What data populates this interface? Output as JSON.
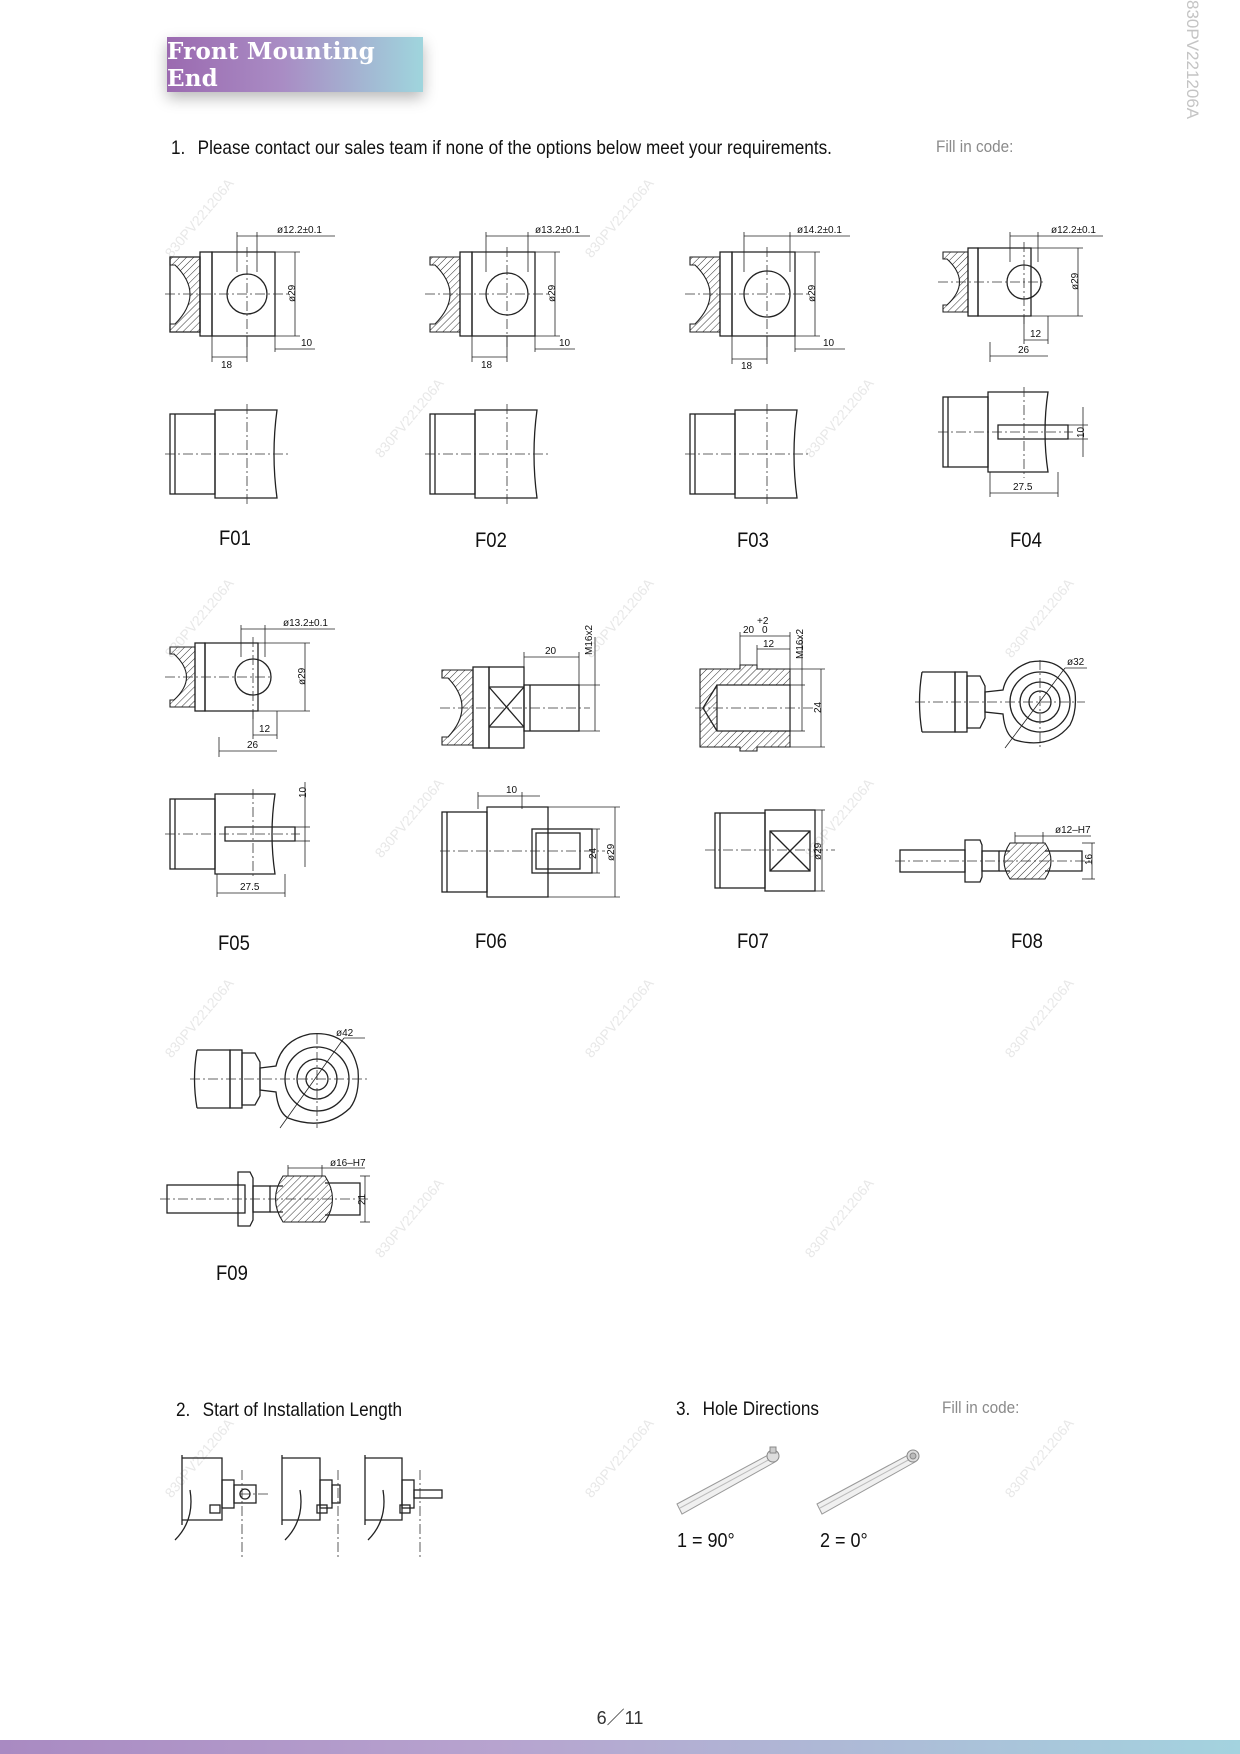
{
  "header": {
    "banner_title": "Front Mounting End",
    "doc_id": "830PV221206A"
  },
  "section1": {
    "number": "1.",
    "instruction": "Please contact our sales team if none of the options below meet your requirements.",
    "fill_label": "Fill in code:"
  },
  "options": [
    {
      "code": "F01",
      "dims": [
        "ø12.2±0.1",
        "ø29",
        "18",
        "10"
      ]
    },
    {
      "code": "F02",
      "dims": [
        "ø13.2±0.1",
        "ø29",
        "18",
        "10"
      ]
    },
    {
      "code": "F03",
      "dims": [
        "ø14.2±0.1",
        "ø29",
        "18",
        "10"
      ]
    },
    {
      "code": "F04",
      "dims": [
        "ø12.2±0.1",
        "ø29",
        "12",
        "26",
        "10",
        "27.5"
      ]
    },
    {
      "code": "F05",
      "dims": [
        "ø13.2±0.1",
        "ø29",
        "12",
        "26",
        "10",
        "27.5"
      ]
    },
    {
      "code": "F06",
      "dims": [
        "20",
        "M16x2",
        "10",
        "24",
        "ø29"
      ]
    },
    {
      "code": "F07",
      "dims": [
        "20",
        "+2",
        "0",
        "12",
        "M16x2",
        "24",
        "ø29"
      ]
    },
    {
      "code": "F08",
      "dims": [
        "ø32",
        "ø12–H7",
        "16"
      ]
    },
    {
      "code": "F09",
      "dims": [
        "ø42",
        "ø16–H7",
        "21"
      ]
    }
  ],
  "section2": {
    "number": "2.",
    "title": "Start of Installation Length"
  },
  "section3": {
    "number": "3.",
    "title": "Hole Directions",
    "fill_label": "Fill in code:",
    "options": [
      "1 = 90°",
      "2 = 0°"
    ]
  },
  "footer": {
    "page": "6／11"
  }
}
